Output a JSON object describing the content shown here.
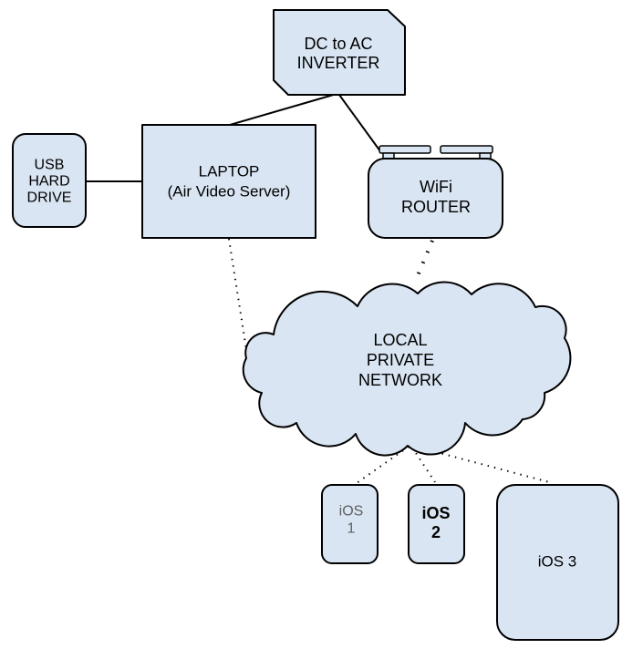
{
  "diagram": {
    "type": "network-topology-diagram",
    "background": "#ffffff",
    "node_fill": "#d9e5f2",
    "node_stroke": "#000000",
    "text_color": "#000000",
    "muted_text_color": "#5f5f5f",
    "nodes": {
      "inverter": {
        "shape": "rectangle-cut-corners",
        "line1": "DC to AC",
        "line2": "INVERTER"
      },
      "usb": {
        "shape": "rounded-rectangle",
        "line1": "USB",
        "line2": "HARD",
        "line3": "DRIVE"
      },
      "laptop": {
        "shape": "rectangle",
        "line1": "LAPTOP",
        "line2": "(Air Video Server)"
      },
      "router": {
        "shape": "rounded-rectangle-with-antennas",
        "line1": "WiFi",
        "line2": "ROUTER"
      },
      "cloud": {
        "shape": "cloud",
        "line1": "LOCAL",
        "line2": "PRIVATE",
        "line3": "NETWORK"
      },
      "ios1": {
        "shape": "rounded-rectangle",
        "line1": "iOS",
        "line2": "1"
      },
      "ios2": {
        "shape": "rounded-rectangle",
        "line1": "iOS",
        "line2": "2"
      },
      "ios3": {
        "shape": "rounded-rectangle",
        "line1": "iOS 3"
      }
    },
    "edges": [
      {
        "from": "usb",
        "to": "laptop",
        "style": "solid"
      },
      {
        "from": "inverter",
        "to": "laptop",
        "style": "solid"
      },
      {
        "from": "inverter",
        "to": "router",
        "style": "solid"
      },
      {
        "from": "laptop",
        "to": "cloud",
        "style": "dotted"
      },
      {
        "from": "router",
        "to": "cloud",
        "style": "dotted-thick"
      },
      {
        "from": "cloud",
        "to": "ios1",
        "style": "dotted"
      },
      {
        "from": "cloud",
        "to": "ios2",
        "style": "dotted"
      },
      {
        "from": "cloud",
        "to": "ios3",
        "style": "dotted"
      }
    ]
  }
}
